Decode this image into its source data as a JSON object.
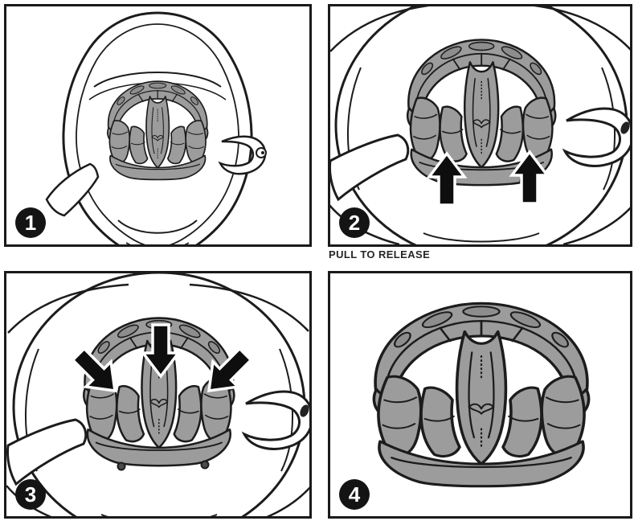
{
  "panels": [
    {
      "number": "1",
      "illustration": "helmet-interior-full-view"
    },
    {
      "number": "2",
      "illustration": "helmet-interior-pull-arrows-up",
      "caption": "PULL TO RELEASE"
    },
    {
      "number": "3",
      "illustration": "helmet-interior-press-arrows-down"
    },
    {
      "number": "4",
      "illustration": "comfort-liner-removed"
    }
  ],
  "colors": {
    "liner_gray": "#9c9c9c",
    "brow_pad_gray": "#8d8d8d",
    "outline": "#1c1c1c",
    "badge_background": "#141414",
    "badge_number": "#ffffff",
    "arrow_fill": "#0e0e0e",
    "arrow_halo": "#ffffff",
    "page_background": "#ffffff"
  }
}
